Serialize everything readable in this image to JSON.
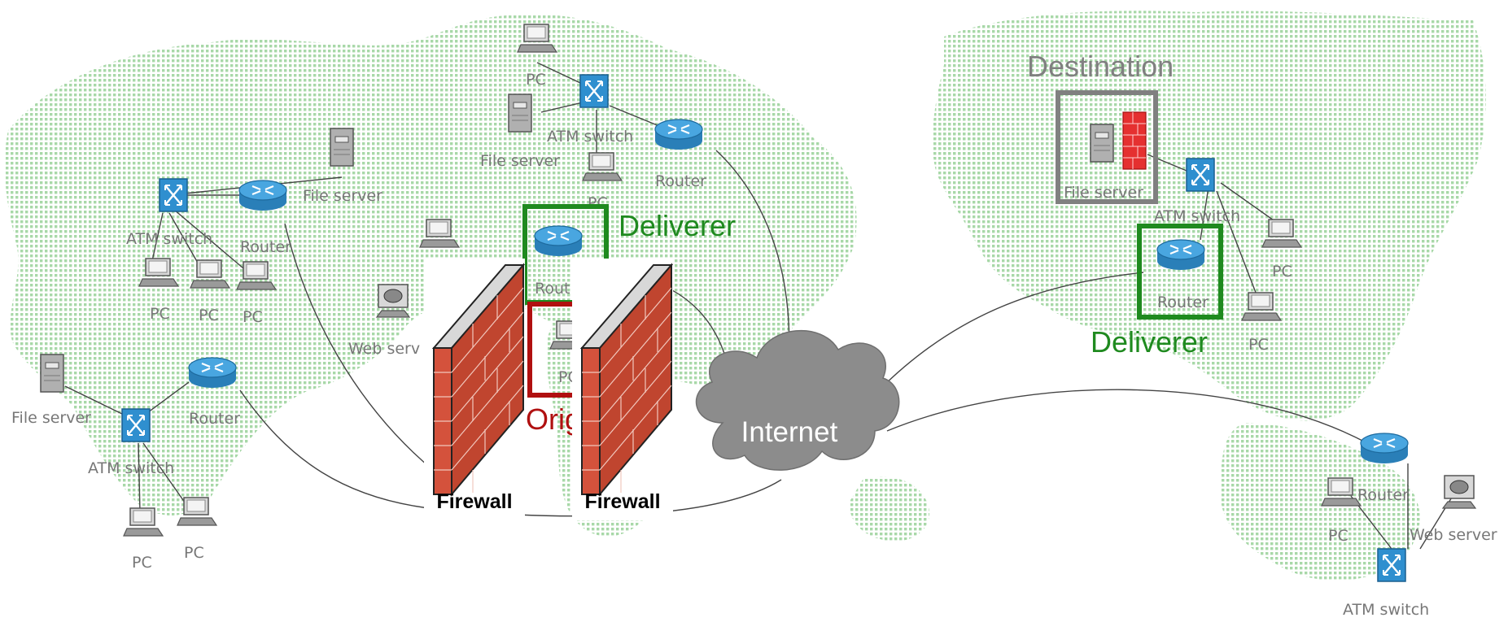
{
  "colors": {
    "map_dots": "#a8d8a8",
    "device_blue": "#2f8fcf",
    "deliverer_green": "#1f8a1f",
    "origin_red": "#b01010",
    "destination_gray": "#808080",
    "cloud_gray": "#8c8c8c",
    "brick": "#d4523c"
  },
  "labels": {
    "destination": "Destination",
    "deliverer_1": "Deliverer",
    "deliverer_2": "Deliverer",
    "origin": "Orig",
    "internet": "Internet",
    "firewall_1": "Firewall",
    "firewall_2": "Firewall"
  },
  "devices": {
    "pc": "PC",
    "file_server": "File server",
    "atm_switch": "ATM switch",
    "router": "Router",
    "web_server": "Web server",
    "web_server_clipped": "Web serv",
    "router_clipped": "Rout",
    "pc_clipped": "PC"
  }
}
